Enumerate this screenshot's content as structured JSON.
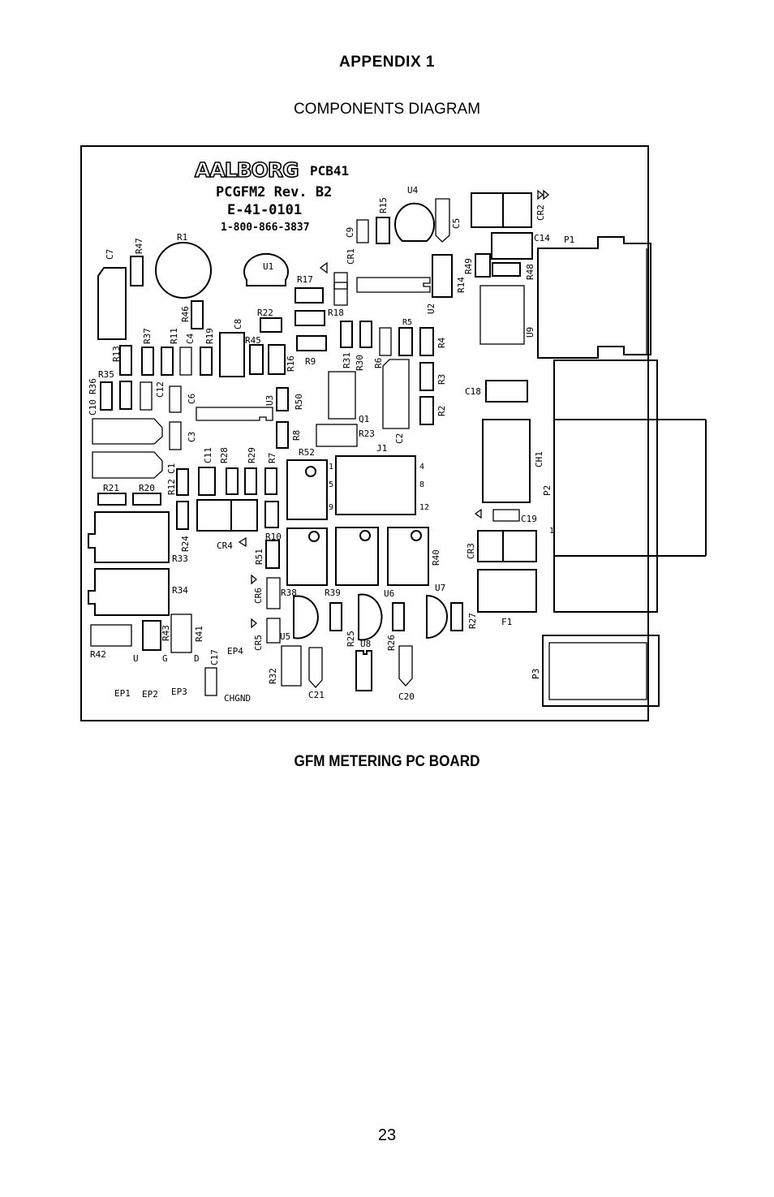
{
  "header": {
    "appendix": "APPENDIX 1",
    "subtitle": "COMPONENTS DIAGRAM"
  },
  "board": {
    "brand_logo": "AALBORG",
    "pcb_id": "PCB41",
    "model": "PCGFM2 Rev. B2",
    "part_number": "E-41-0101",
    "phone": "1-800-866-3837"
  },
  "components": {
    "R1": "R1",
    "R2": "R2",
    "R3": "R3",
    "R4": "R4",
    "R5": "R5",
    "R6": "R6",
    "R7": "R7",
    "R8": "R8",
    "R9": "R9",
    "R10": "R10",
    "R11": "R11",
    "R12": "R12",
    "R13": "R13",
    "R14": "R14",
    "R15": "R15",
    "R16": "R16",
    "R17": "R17",
    "R18": "R18",
    "R19": "R19",
    "R20": "R20",
    "R21": "R21",
    "R22": "R22",
    "R23": "R23",
    "R24": "R24",
    "R25": "R25",
    "R26": "R26",
    "R27": "R27",
    "R28": "R28",
    "R29": "R29",
    "R30": "R30",
    "R31": "R31",
    "R32": "R32",
    "R33": "R33",
    "R34": "R34",
    "R35": "R35",
    "R36": "R36",
    "R37": "R37",
    "R38": "R38",
    "R39": "R39",
    "R40": "R40",
    "R41": "R41",
    "R42": "R42",
    "R43": "R43",
    "R45": "R45",
    "R46": "R46",
    "R47": "R47",
    "R48": "R48",
    "R49": "R49",
    "R50": "R50",
    "R51": "R51",
    "R52": "R52",
    "C1": "C1",
    "C2": "C2",
    "C3": "C3",
    "C4": "C4",
    "C5": "C5",
    "C6": "C6",
    "C7": "C7",
    "C8": "C8",
    "C9": "C9",
    "C10": "C10",
    "C11": "C11",
    "C12": "C12",
    "C14": "C14",
    "C17": "C17",
    "C18": "C18",
    "C19": "C19",
    "C20": "C20",
    "C21": "C21",
    "U1": "U1",
    "U2": "U2",
    "U3": "U3",
    "U4": "U4",
    "U5": "U5",
    "U6": "U6",
    "U7": "U7",
    "U8": "U8",
    "U9": "U9",
    "CR1": "CR1",
    "CR2": "CR2",
    "CR3": "CR3",
    "CR4": "CR4",
    "CR5": "CR5",
    "CR6": "CR6",
    "P1": "P1",
    "P2": "P2",
    "P3": "P3",
    "J1": "J1",
    "Q1": "Q1",
    "F1": "F1",
    "CH1": "CH1",
    "EP1": "EP1",
    "EP2": "EP2",
    "EP3": "EP3",
    "EP4": "EP4",
    "CHGND": "CHGND",
    "pin_D": "D",
    "pin_G": "G",
    "pin_U": "U",
    "j1_pin_1": "1",
    "j1_pin_4": "4",
    "j1_pin_5": "5",
    "j1_pin_8": "8",
    "j1_pin_9": "9",
    "j1_pin_12": "12",
    "p2_pin_1": "1"
  },
  "caption": "GFM METERING PC BOARD",
  "page_number": "23"
}
